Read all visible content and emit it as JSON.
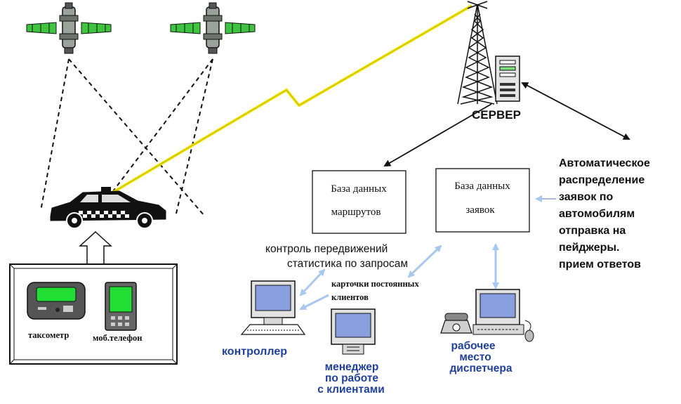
{
  "labels": {
    "server": "СЕРВЕР",
    "db_routes_line1": "База данных",
    "db_routes_line2": "маршрутов",
    "db_orders_line1": "База данных",
    "db_orders_line2": "заявок",
    "auto_line1": "Автоматическое",
    "auto_line2": "распределение",
    "auto_line3": "заявок по",
    "auto_line4": "автомобилям",
    "auto_line5": "отправка на",
    "auto_line6": "пейджеры.",
    "auto_line7": "прием ответов",
    "control_line1": "контроль передвижений",
    "control_line2": "статистика по запросам",
    "cards_line1": "карточки постоянных",
    "cards_line2": "клиентов",
    "taximeter": "таксометр",
    "mobile_phone": "моб.телефон",
    "controller": "контроллер",
    "manager_line1": "менеджер",
    "manager_line2": "по работе",
    "manager_line3": "с клиентами",
    "dispatcher_line1": "рабочее",
    "dispatcher_line2": "место",
    "dispatcher_line3": "диспетчера"
  },
  "colors": {
    "label_blue": "#1f3f9e",
    "signal_yellow": "#f2e600",
    "screen_green": "#22dd33",
    "panel_green": "#33cc33",
    "monitor_screen": "#8a9fe0",
    "arrow_light_blue": "#a9c8f0"
  },
  "icons": [
    "satellite-icon",
    "radio-tower-icon",
    "server-icon",
    "taxi-car-icon",
    "pager-icon",
    "phone-icon",
    "computer-icon",
    "telephone-icon",
    "mouse-icon"
  ]
}
